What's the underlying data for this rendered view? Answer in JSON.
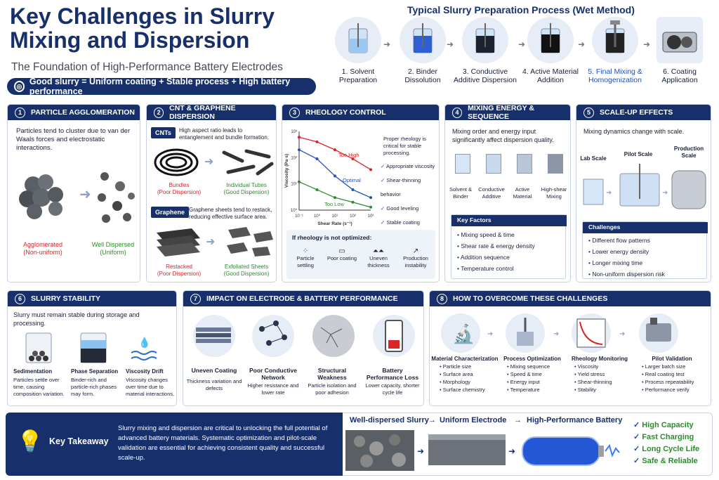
{
  "header": {
    "title": "Key Challenges in Slurry Mixing and Dispersion",
    "subtitle": "The Foundation of High-Performance Battery Electrodes",
    "tagline": "Good slurry = Uniform coating + Stable process + High battery performance"
  },
  "process": {
    "title": "Typical Slurry Preparation Process (Wet Method)",
    "steps": [
      {
        "label": "1. Solvent Preparation",
        "icon": "beaker-solvent-icon"
      },
      {
        "label": "2. Binder Dissolution",
        "icon": "beaker-binder-icon"
      },
      {
        "label": "3. Conductive Additive Dispersion",
        "icon": "beaker-conductive-icon"
      },
      {
        "label": "4. Active Material Addition",
        "icon": "beaker-active-icon"
      },
      {
        "label": "5. Final Mixing & Homogenization",
        "icon": "beaker-mixing-icon"
      },
      {
        "label": "6. Coating Application",
        "icon": "coating-machine-icon"
      }
    ]
  },
  "card1": {
    "num": "1",
    "title": "PARTICLE AGGLOMERATION",
    "desc": "Particles tend to cluster due to van der Waals forces and electrostatic interactions.",
    "left_label": "Agglomerated (Non-uniform)",
    "right_label": "Well Dispersed (Uniform)"
  },
  "card2": {
    "num": "2",
    "title": "CNT & GRAPHENE DISPERSION",
    "cnt_tag": "CNTs",
    "cnt_desc": "High aspect ratio leads to entanglement and bundle formation.",
    "cnt_left": "Bundles",
    "cnt_left_sub": "(Poor Dispersion)",
    "cnt_right": "Individual Tubes",
    "cnt_right_sub": "(Good Dispersion)",
    "gr_tag": "Graphene",
    "gr_desc": "Graphene sheets tend to restack, reducing effective surface area.",
    "gr_left": "Restacked",
    "gr_left_sub": "(Poor Dispersion)",
    "gr_right": "Exfoliated Sheets",
    "gr_right_sub": "(Good Dispersion)"
  },
  "card3": {
    "num": "3",
    "title": "RHEOLOGY CONTROL",
    "chart_note": "Proper rheology is critical for stable processing.",
    "checks": [
      "Appropriate viscosity",
      "Shear-thinning behavior",
      "Good leveling",
      "Stable coating"
    ],
    "notopt_title": "If rheology is not optimized:",
    "issues": [
      "Particle settling",
      "Poor coating",
      "Uneven thickness",
      "Production instability"
    ]
  },
  "chart_data": {
    "type": "line",
    "title": "",
    "xlabel": "Shear Rate (s⁻¹)",
    "ylabel": "Viscosity (Pa·s)",
    "x_ticks": [
      "10⁻¹",
      "10⁰",
      "10¹",
      "10²",
      "10³"
    ],
    "y_ticks": [
      "10⁰",
      "10¹",
      "10²",
      "10³"
    ],
    "scale": "log-log",
    "xlim": [
      0.1,
      1000
    ],
    "ylim": [
      1,
      1000
    ],
    "series": [
      {
        "name": "Too High",
        "color": "#d9252a",
        "x": [
          0.1,
          1,
          10,
          100,
          1000
        ],
        "y": [
          600,
          400,
          200,
          90,
          35
        ]
      },
      {
        "name": "Optimal",
        "color": "#2450b5",
        "x": [
          0.1,
          1,
          10,
          100,
          1000
        ],
        "y": [
          200,
          90,
          20,
          6,
          3
        ]
      },
      {
        "name": "Too Low",
        "color": "#2e8b2e",
        "x": [
          0.1,
          1,
          10,
          100,
          1000
        ],
        "y": [
          12,
          6,
          3,
          2,
          1.3
        ]
      }
    ]
  },
  "card4": {
    "num": "4",
    "title": "MIXING ENERGY & SEQUENCE",
    "desc": "Mixing order and energy input significantly affect dispersion quality.",
    "items": [
      "Solvent & Binder",
      "Conductive Additive",
      "Active Material",
      "High-shear Mixing"
    ],
    "kf_title": "Key Factors",
    "factors": [
      "Mixing speed & time",
      "Shear rate & energy density",
      "Addition sequence",
      "Temperature control"
    ]
  },
  "card5": {
    "num": "5",
    "title": "SCALE-UP EFFECTS",
    "desc": "Mixing dynamics change with scale.",
    "scales": [
      "Lab Scale",
      "Pilot Scale",
      "Production Scale"
    ],
    "ch_title": "Challenges",
    "challenges": [
      "Different flow patterns",
      "Lower energy density",
      "Longer mixing time",
      "Non-uniform dispersion risk"
    ]
  },
  "card6": {
    "num": "6",
    "title": "SLURRY STABILITY",
    "desc": "Slurry must remain stable during storage and processing.",
    "items": [
      {
        "title": "Sedimentation",
        "desc": "Particles settle over time, causing composition variation."
      },
      {
        "title": "Phase Separation",
        "desc": "Binder-rich and particle-rich phases may form."
      },
      {
        "title": "Viscosity Drift",
        "desc": "Viscosity changes over time due to material interactions."
      }
    ]
  },
  "card7": {
    "num": "7",
    "title": "IMPACT ON ELECTRODE & BATTERY PERFORMANCE",
    "items": [
      {
        "title": "Uneven Coating",
        "desc": "Thickness variation and defects"
      },
      {
        "title": "Poor Conductive Network",
        "desc": "Higher resistance and lower rate"
      },
      {
        "title": "Structural Weakness",
        "desc": "Particle isolation and poor adhesion"
      },
      {
        "title": "Battery Performance Loss",
        "desc": "Lower capacity, shorter cycle life"
      }
    ]
  },
  "card8": {
    "num": "8",
    "title": "HOW TO OVERCOME THESE CHALLENGES",
    "items": [
      {
        "title": "Material Characterization",
        "bullets": [
          "Particle size",
          "Surface area",
          "Morphology",
          "Surface chemistry"
        ]
      },
      {
        "title": "Process Optimization",
        "bullets": [
          "Mixing sequence",
          "Speed & time",
          "Energy input",
          "Temperature"
        ]
      },
      {
        "title": "Rheology Monitoring",
        "bullets": [
          "Viscosity",
          "Yield stress",
          "Shear-thinning",
          "Stability"
        ]
      },
      {
        "title": "Pilot Validation",
        "bullets": [
          "Larger batch size",
          "Real coating test",
          "Process repeatability",
          "Performance verify"
        ]
      }
    ]
  },
  "takeaway": {
    "title": "Key Takeaway",
    "text": "Slurry mixing and dispersion are critical to unlocking the full potential of advanced battery materials. Systematic optimization and pilot-scale validation are essential for achieving consistent quality and successful scale-up.",
    "flow": [
      "Well-dispersed Slurry",
      "Uniform Electrode",
      "High-Performance Battery"
    ],
    "benefits": [
      "High Capacity",
      "Fast Charging",
      "Long Cycle Life",
      "Safe & Reliable"
    ]
  }
}
